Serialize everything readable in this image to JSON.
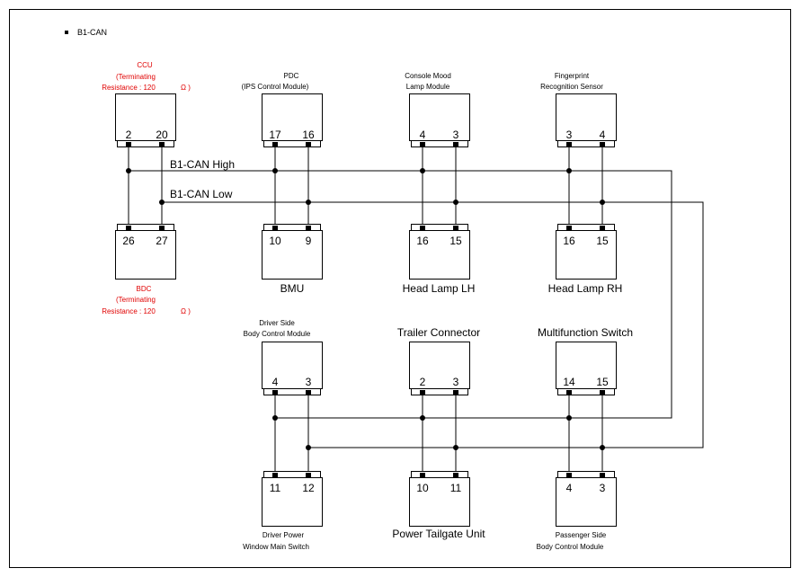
{
  "title": "B1-CAN",
  "bus": {
    "high_label": "B1-CAN High",
    "low_label": "B1-CAN Low"
  },
  "modules": {
    "ccu": {
      "name": "CCU",
      "note1": "(Terminating",
      "note2": "Resistance : 120",
      "unit": "Ω )",
      "pin_high": "2",
      "pin_low": "20"
    },
    "pdc": {
      "name": "PDC",
      "sub": "(IPS Control Module)",
      "pin_high": "17",
      "pin_low": "16"
    },
    "console": {
      "name": "Console Mood",
      "sub": "Lamp Module",
      "pin_high": "4",
      "pin_low": "3"
    },
    "fingerprint": {
      "name": "Fingerprint",
      "sub": "Recognition Sensor",
      "pin_high": "3",
      "pin_low": "4"
    },
    "bdc": {
      "name": "BDC",
      "note1": "(Terminating",
      "note2": "Resistance : 120",
      "unit": "Ω )",
      "pin_high": "26",
      "pin_low": "27"
    },
    "bmu": {
      "name": "BMU",
      "pin_high": "10",
      "pin_low": "9"
    },
    "headlamp_lh": {
      "name": "Head Lamp LH",
      "pin_high": "16",
      "pin_low": "15"
    },
    "headlamp_rh": {
      "name": "Head Lamp RH",
      "pin_high": "16",
      "pin_low": "15"
    },
    "driver_bcm": {
      "name": "Driver Side",
      "sub": "Body Control Module",
      "pin_high": "4",
      "pin_low": "3"
    },
    "trailer": {
      "name": "Trailer Connector",
      "pin_high": "2",
      "pin_low": "3"
    },
    "multifunction": {
      "name": "Multifunction Switch",
      "pin_high": "14",
      "pin_low": "15"
    },
    "driver_window": {
      "name": "Driver Power",
      "sub": "Window Main Switch",
      "pin_high": "11",
      "pin_low": "12"
    },
    "tailgate": {
      "name": "Power Tailgate Unit",
      "pin_high": "10",
      "pin_low": "11"
    },
    "passenger_bcm": {
      "name": "Passenger Side",
      "sub": "Body Control Module",
      "pin_high": "4",
      "pin_low": "3"
    }
  },
  "colors": {
    "note_red": "#e00000"
  }
}
